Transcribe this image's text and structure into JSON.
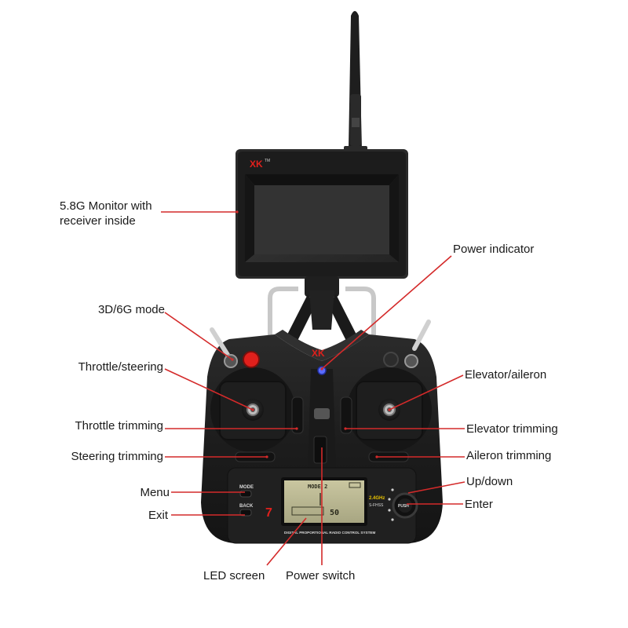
{
  "brand": {
    "logo_text": "XK",
    "logo_tm": "TM"
  },
  "device": {
    "mode_label": "MODE",
    "back_label": "BACK",
    "push_label": "PUSH",
    "band_label": "2.4GHz",
    "band_sub": "S-FHSS",
    "model_number": "7",
    "panel_caption": "DIGITAL PROPORTIONAL RADIO CONTROL SYSTEM",
    "lcd_line1": "MODE 2",
    "lcd_value": "50"
  },
  "callouts": {
    "monitor": "5.8G Monitor with\nreceiver inside",
    "power_indicator": "Power indicator",
    "mode_3d6g": "3D/6G mode",
    "throttle_steering": "Throttle/steering",
    "elevator_aileron": "Elevator/aileron",
    "throttle_trimming": "Throttle trimming",
    "elevator_trimming": "Elevator trimming",
    "steering_trimming": "Steering trimming",
    "aileron_trimming": "Aileron trimming",
    "up_down": "Up/down",
    "menu": "Menu",
    "enter": "Enter",
    "exit": "Exit",
    "led_screen": "LED screen",
    "power_switch": "Power switch"
  },
  "colors": {
    "leader": "#d42a2a",
    "body": "#1c1c1c",
    "accent": "#e0201c"
  }
}
